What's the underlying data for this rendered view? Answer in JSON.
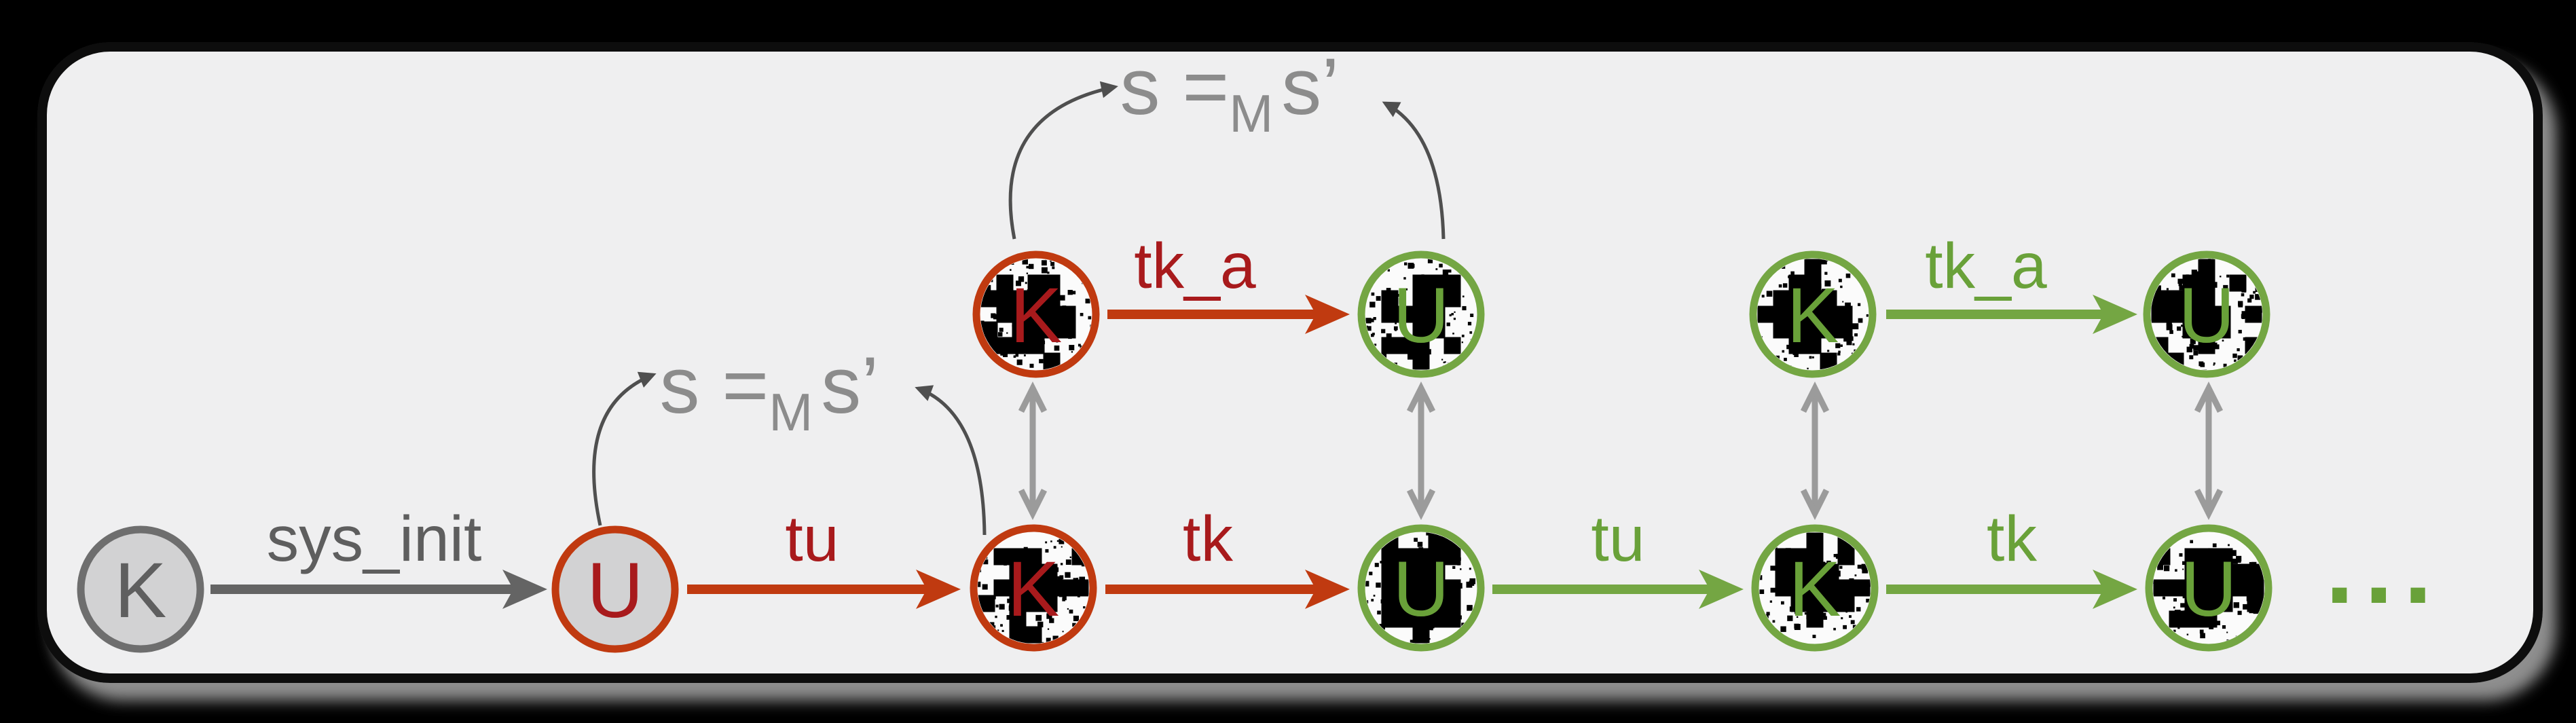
{
  "diagram": {
    "background": "#000000",
    "panel": {
      "fill": "#efeff0",
      "border_color": "#0a0a0a",
      "shadow_color": "#8e8e8e"
    },
    "colors": {
      "red_stroke": "#c03a10",
      "red_text": "#a81a1c",
      "green_stroke": "#74a643",
      "green_text": "#69a139",
      "gray_node_ring": "#6e6e6e",
      "gray_node_fill": "#d2d2d3",
      "gray_letter": "#5f5f5f",
      "sys_arrow_gray": "#646464",
      "vertical_arrow_gray": "#9b9b9b",
      "annotation_gray": "#8c8c8c",
      "arc_gray": "#4f4f4f",
      "noise_black": "#000000"
    },
    "nodes": {
      "k0": {
        "letter": "K"
      },
      "u1": {
        "letter": "U"
      },
      "k1": {
        "letter": "K"
      },
      "u2": {
        "letter": "U"
      },
      "k2": {
        "letter": "K"
      },
      "u3": {
        "letter": "U"
      },
      "k1t": {
        "letter": "K"
      },
      "u2t": {
        "letter": "U"
      },
      "k2t": {
        "letter": "K"
      },
      "u3t": {
        "letter": "U"
      }
    },
    "edges": {
      "sys_init": {
        "label": "sys_init"
      },
      "tu1": {
        "label": "tu"
      },
      "tk1": {
        "label": "tk"
      },
      "tu2": {
        "label": "tu"
      },
      "tk2": {
        "label": "tk"
      },
      "tka1": {
        "label": "tk_a"
      },
      "tka2": {
        "label": "tk_a"
      }
    },
    "annotations": {
      "lower": {
        "pre": "s =",
        "sub": "M",
        "post": "s’"
      },
      "upper": {
        "pre": "s =",
        "sub": "M",
        "post": "s’"
      }
    },
    "ellipsis": "..."
  }
}
